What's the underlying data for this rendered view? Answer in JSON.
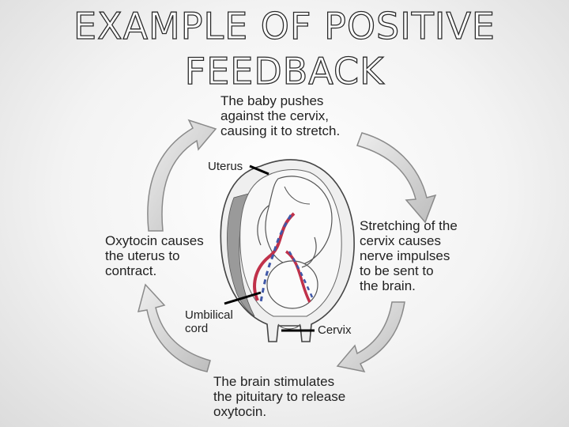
{
  "slide": {
    "title_line1": "EXAMPLE OF POSITIVE",
    "title_line2": "FEEDBACK"
  },
  "cycle": {
    "top": "The baby pushes\nagainst the cervix,\ncausing it to stretch.",
    "right": "Stretching of the\ncervix causes\nnerve impulses\nto be sent to\nthe brain.",
    "bottom": "The brain stimulates\nthe pituitary to release\noxytocin.",
    "left": "Oxytocin causes\nthe uterus to\ncontract."
  },
  "anatomy": {
    "uterus_label": "Uterus",
    "umbilical_label": "Umbilical\ncord",
    "cervix_label": "Cervix"
  },
  "colors": {
    "arrow_fill": "#d8d8d8",
    "arrow_stroke": "#8a8a8a",
    "cord_red": "#c0314a",
    "cord_blue": "#4058a8"
  },
  "icons": [
    "cycle-arrow-icon",
    "fetus-in-uterus-illustration"
  ]
}
